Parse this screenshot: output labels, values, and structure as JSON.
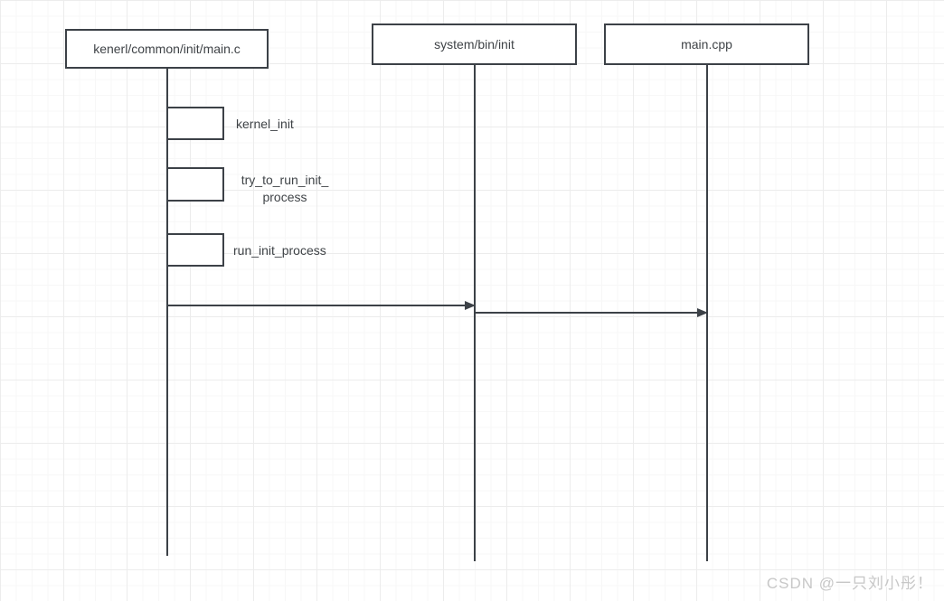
{
  "colors": {
    "background": "#ffffff",
    "grid_minor": "#f7f7f7",
    "grid_major": "#ececec",
    "stroke": "#3c4147",
    "text": "#3f4347",
    "watermark_text": "#c7c7c7"
  },
  "lifelines": [
    {
      "label": "kenerl/common/init/main.c"
    },
    {
      "label": "system/bin/init"
    },
    {
      "label": "main.cpp"
    }
  ],
  "activations": [
    {
      "label": "kernel_init"
    },
    {
      "label": "try_to_run_init_\nprocess"
    },
    {
      "label": "run_init_process"
    }
  ],
  "messages": [
    {
      "from": "kenerl/common/init/main.c",
      "to": "system/bin/init"
    },
    {
      "from": "system/bin/init",
      "to": "main.cpp"
    }
  ],
  "watermark": "CSDN @一只刘小彤！"
}
